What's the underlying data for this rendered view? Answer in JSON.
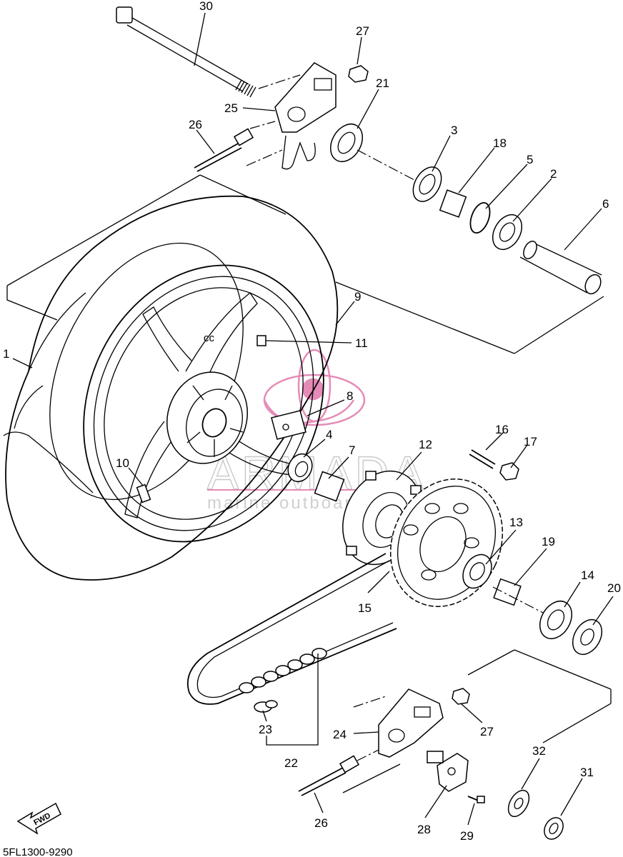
{
  "diagram": {
    "code": "5FL1300-9290",
    "fwd_label": "FWD",
    "watermark": {
      "brand": "ARMADA",
      "tagline": "marine outboards",
      "color": "#e58bb7"
    },
    "callouts": [
      {
        "id": "n30",
        "label": "30"
      },
      {
        "id": "n27a",
        "label": "27"
      },
      {
        "id": "n21",
        "label": "21"
      },
      {
        "id": "n25",
        "label": "25"
      },
      {
        "id": "n26a",
        "label": "26"
      },
      {
        "id": "n3",
        "label": "3"
      },
      {
        "id": "n18",
        "label": "18"
      },
      {
        "id": "n5",
        "label": "5"
      },
      {
        "id": "n2",
        "label": "2"
      },
      {
        "id": "n6",
        "label": "6"
      },
      {
        "id": "n9",
        "label": "9"
      },
      {
        "id": "n11",
        "label": "11"
      },
      {
        "id": "n1",
        "label": "1"
      },
      {
        "id": "n8",
        "label": "8"
      },
      {
        "id": "n4",
        "label": "4"
      },
      {
        "id": "n7",
        "label": "7"
      },
      {
        "id": "n12",
        "label": "12"
      },
      {
        "id": "n16",
        "label": "16"
      },
      {
        "id": "n17",
        "label": "17"
      },
      {
        "id": "n10",
        "label": "10"
      },
      {
        "id": "n13",
        "label": "13"
      },
      {
        "id": "n19",
        "label": "19"
      },
      {
        "id": "n14",
        "label": "14"
      },
      {
        "id": "n20",
        "label": "20"
      },
      {
        "id": "n15",
        "label": "15"
      },
      {
        "id": "n27b",
        "label": "27"
      },
      {
        "id": "n24",
        "label": "24"
      },
      {
        "id": "n23",
        "label": "23"
      },
      {
        "id": "n22",
        "label": "22"
      },
      {
        "id": "n32",
        "label": "32"
      },
      {
        "id": "n31",
        "label": "31"
      },
      {
        "id": "n26b",
        "label": "26"
      },
      {
        "id": "n28",
        "label": "28"
      },
      {
        "id": "n29",
        "label": "29"
      }
    ]
  }
}
